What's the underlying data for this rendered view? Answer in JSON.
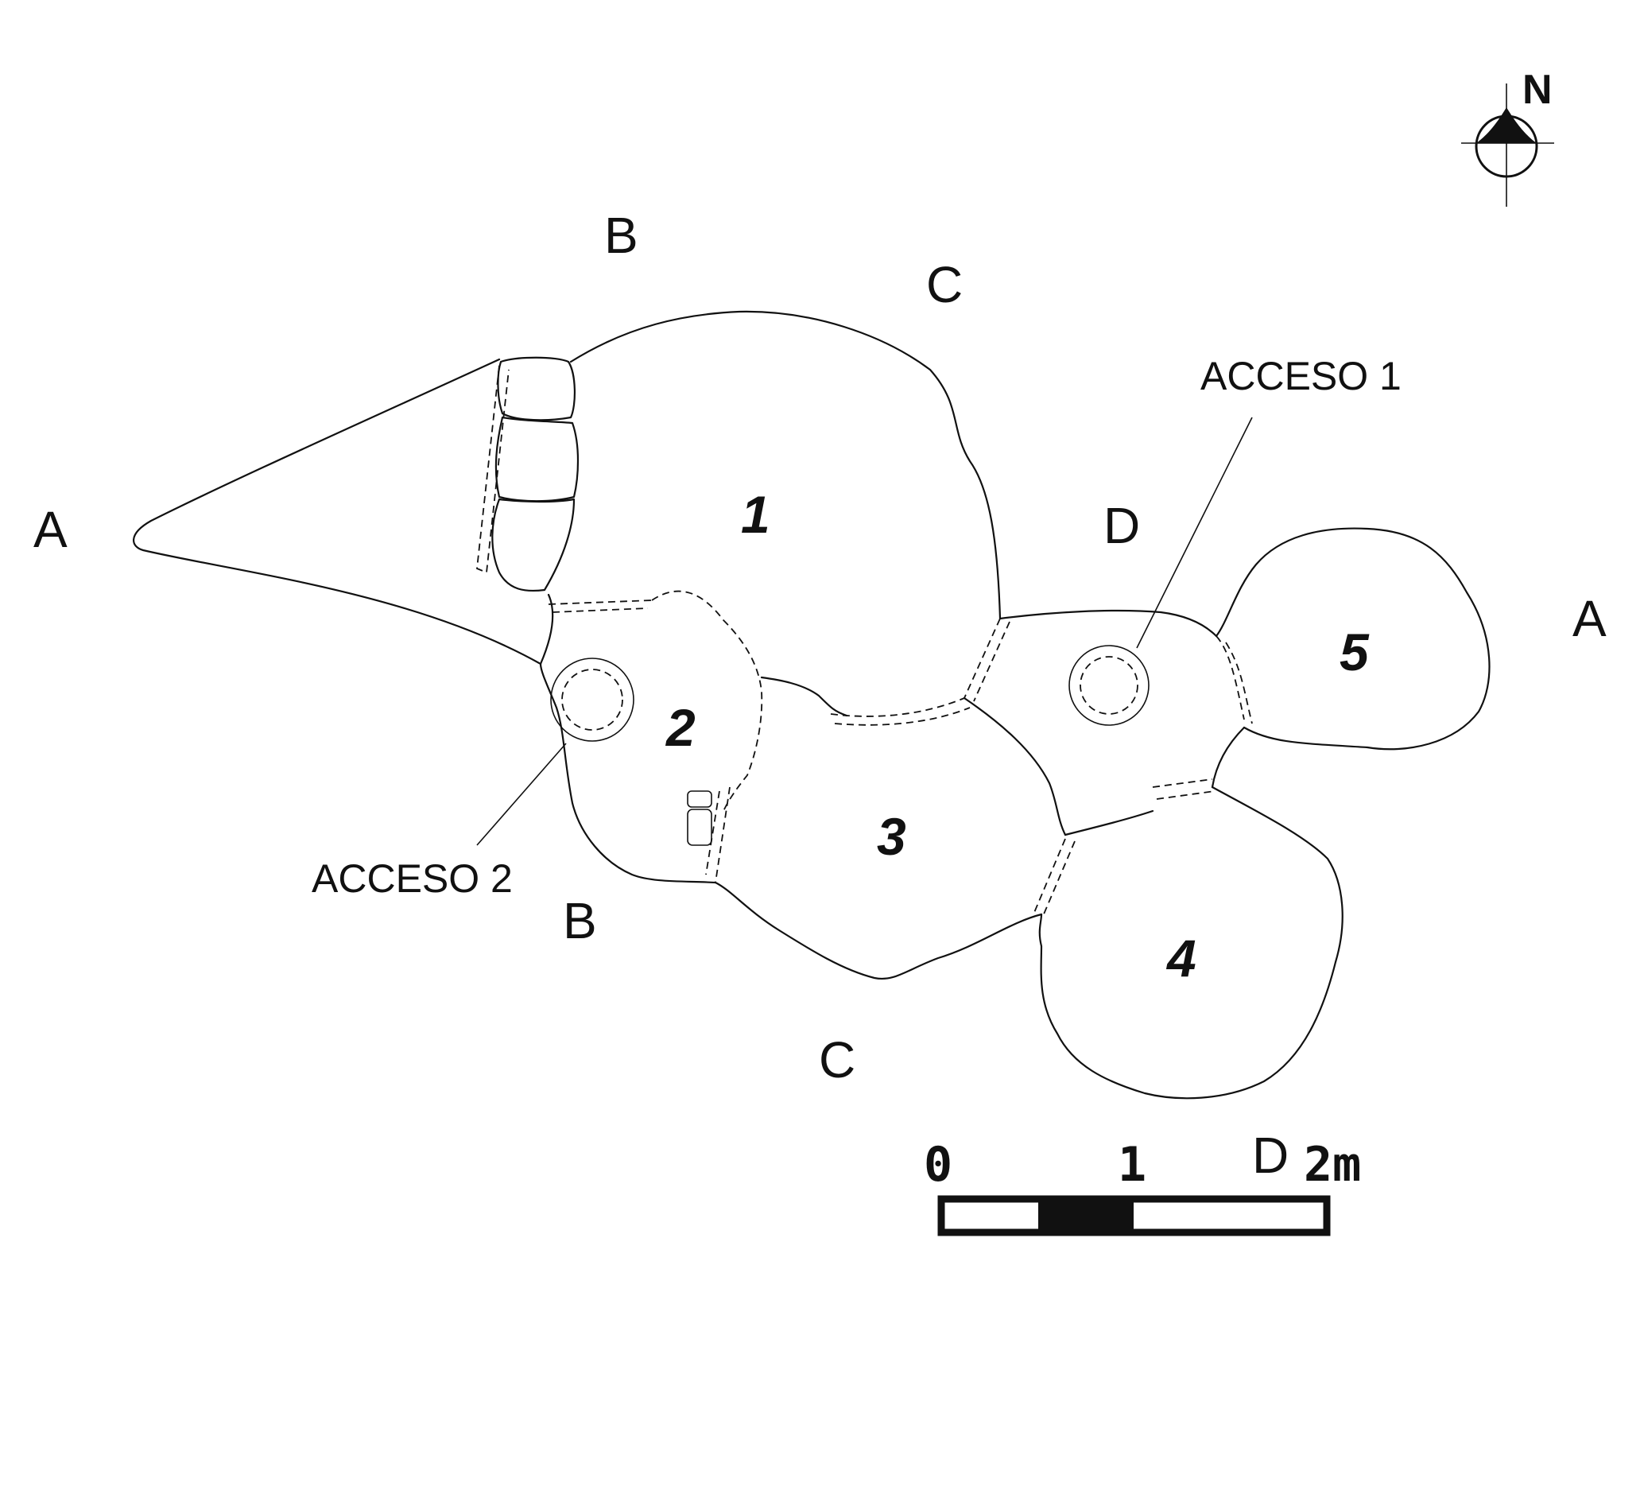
{
  "section_labels": {
    "a_left": "A",
    "a_right": "A",
    "b_top": "B",
    "b_bottom": "B",
    "c_top": "C",
    "c_bottom": "C",
    "d_top": "D",
    "d_bottom": "D"
  },
  "rooms": {
    "r1": "1",
    "r2": "2",
    "r3": "3",
    "r4": "4",
    "r5": "5"
  },
  "access": {
    "acceso_1": "ACCESO 1",
    "acceso_2": "ACCESO 2"
  },
  "scale_bar": {
    "tick_0": "0",
    "tick_1": "1",
    "tick_2": "2m"
  },
  "north_arrow": {
    "label": "N"
  }
}
